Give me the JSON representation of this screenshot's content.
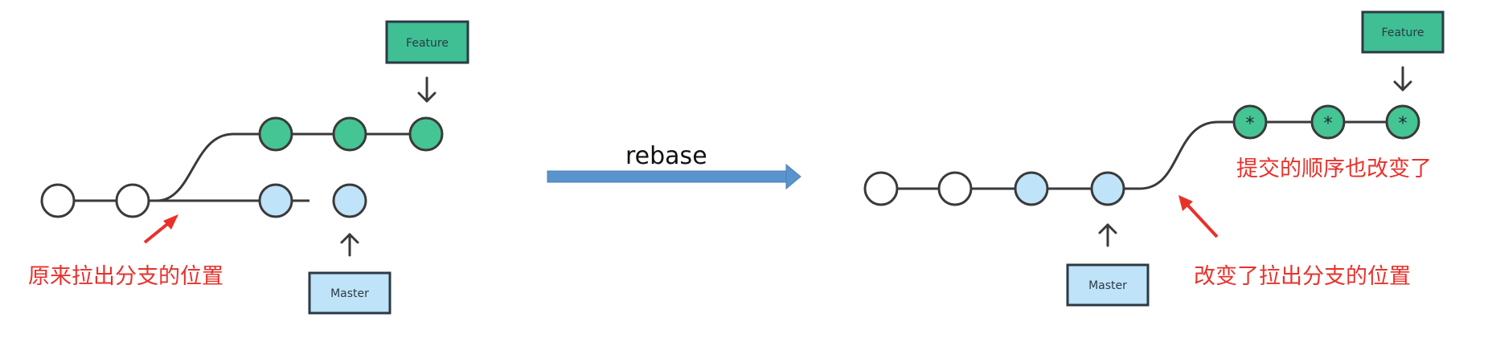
{
  "colors": {
    "line": "#3a3a3a",
    "node_white": "#ffffff",
    "node_green": "#45c494",
    "node_blue": "#bfe3f8",
    "box_green": "#3fbf93",
    "box_blue": "#bfe3f8",
    "annotation_red": "#e8312b",
    "rebase_arrow": "#5b93cc",
    "rebase_arrow_edge": "#4a7fb4"
  },
  "operation": {
    "label": "rebase"
  },
  "before": {
    "feature_label": "Feature",
    "master_label": "Master",
    "annotation": "原来拉出分支的位置",
    "nodes": {
      "white": 2,
      "green": 3,
      "blue": 2
    }
  },
  "after": {
    "feature_label": "Feature",
    "master_label": "Master",
    "annotation_branch": "改变了拉出分支的位置",
    "annotation_order": "提交的顺序也改变了",
    "nodes": {
      "white": 2,
      "blue": 2,
      "green_rewritten": 3
    },
    "rewritten_marker": "*"
  },
  "icons": [
    "down-arrow-icon",
    "up-arrow-icon",
    "red-pointer-arrow-icon",
    "rebase-arrow-icon"
  ]
}
